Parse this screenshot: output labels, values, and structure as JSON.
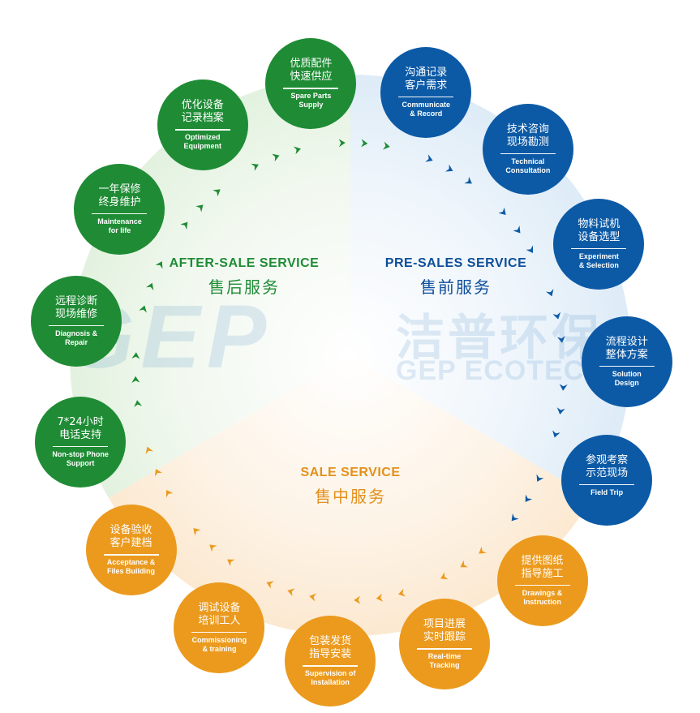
{
  "colors": {
    "after_sale": "#1f8c35",
    "pre_sales": "#0c5aa6",
    "sale": "#eb9a1e",
    "after_sale_title": "#1f8c35",
    "pre_sales_title": "#0e4e9a",
    "sale_title": "#e3901c"
  },
  "sections": {
    "after_sale": {
      "en": "AFTER-SALE SERVICE",
      "zh": "售后服务"
    },
    "pre_sales": {
      "en": "PRE-SALES SERVICE",
      "zh": "售前服务"
    },
    "sale": {
      "en": "SALE SERVICE",
      "zh": "售中服务"
    }
  },
  "watermark": {
    "logo": "GEP",
    "cn": "洁普环保",
    "en": "GEP ECOTECH"
  },
  "nodes": [
    {
      "zh": "沟通记录\n客户需求",
      "en": "Communicate\n& Record",
      "group": "pre_sales"
    },
    {
      "zh": "技术咨询\n现场勘测",
      "en": "Technical\nConsultation",
      "group": "pre_sales"
    },
    {
      "zh": "物料试机\n设备选型",
      "en": "Experiment\n& Selection",
      "group": "pre_sales"
    },
    {
      "zh": "流程设计\n整体方案",
      "en": "Solution\nDesign",
      "group": "pre_sales"
    },
    {
      "zh": "参观考察\n示范现场",
      "en": "Field Trip",
      "group": "pre_sales"
    },
    {
      "zh": "提供图纸\n指导施工",
      "en": "Drawings &\nInstruction",
      "group": "sale"
    },
    {
      "zh": "项目进展\n实时跟踪",
      "en": "Real-time\nTracking",
      "group": "sale"
    },
    {
      "zh": "包装发货\n指导安装",
      "en": "Supervision of\nInstallation",
      "group": "sale"
    },
    {
      "zh": "调试设备\n培训工人",
      "en": "Commissioning\n& training",
      "group": "sale"
    },
    {
      "zh": "设备验收\n客户建档",
      "en": "Acceptance &\nFiles Building",
      "group": "sale"
    },
    {
      "zh": "7*24小时\n电话支持",
      "en": "Non-stop Phone\nSupport",
      "group": "after_sale"
    },
    {
      "zh": "远程诊断\n现场维修",
      "en": "Diagnosis &\nRepair",
      "group": "after_sale"
    },
    {
      "zh": "一年保修\n终身维护",
      "en": "Maintenance\nfor life",
      "group": "after_sale"
    },
    {
      "zh": "优化设备\n记录档案",
      "en": "Optimized\nEquipment",
      "group": "after_sale"
    },
    {
      "zh": "优质配件\n快速供应",
      "en": "Spare Parts\nSupply",
      "group": "after_sale"
    }
  ]
}
